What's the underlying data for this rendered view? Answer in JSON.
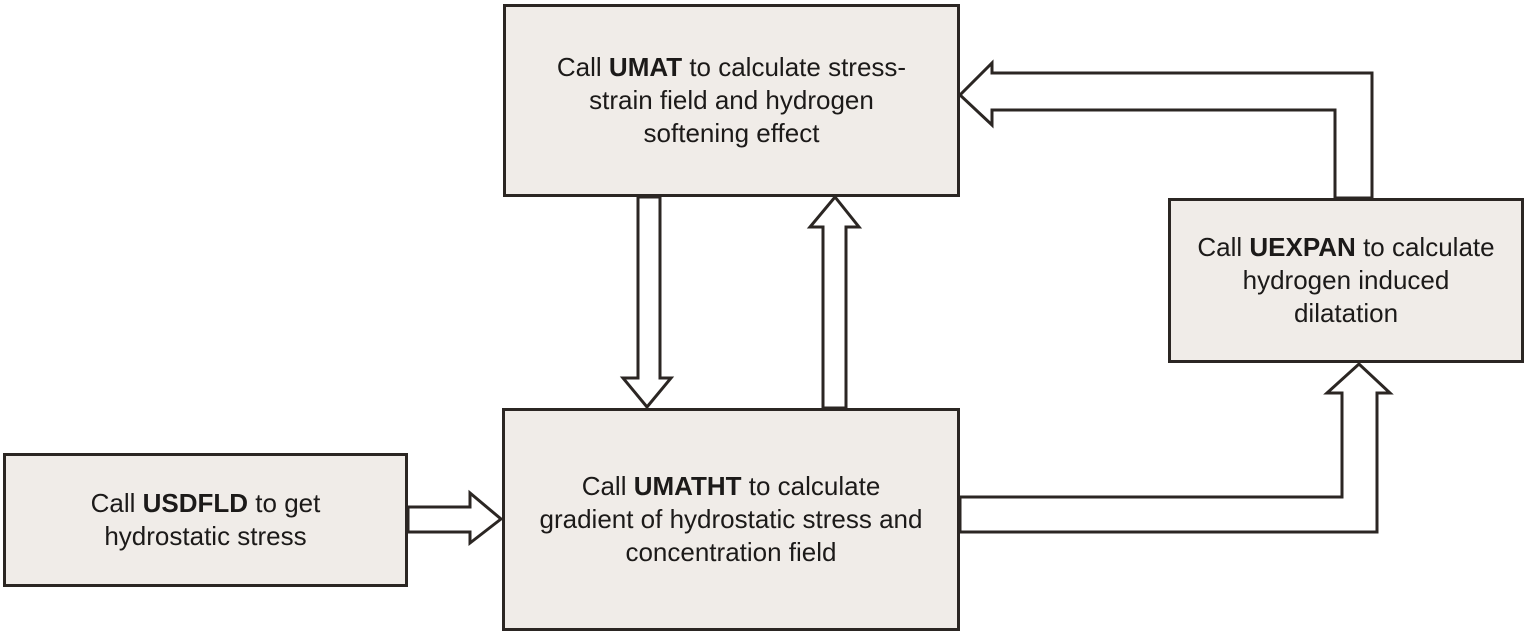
{
  "colors": {
    "node_fill": "#f0ece8",
    "node_border": "#2b2623",
    "arrow_fill": "#ffffff",
    "arrow_outline": "#2b2623",
    "text": "#1c1a19",
    "background": "#ffffff"
  },
  "nodes": {
    "umat": {
      "call": "Call ",
      "keyword": "UMAT",
      "line1_rest": " to calculate stress-",
      "line2": "strain field and hydrogen",
      "line3": "softening effect"
    },
    "uexpan": {
      "call": "Call ",
      "keyword": "UEXPAN",
      "line1_rest": " to calculate",
      "line2": "hydrogen induced",
      "line3": "dilatation"
    },
    "umatht": {
      "call": "Call ",
      "keyword": "UMATHT",
      "line1_rest": " to calculate",
      "line2": "gradient of hydrostatic stress and",
      "line3": "concentration field"
    },
    "usdfld": {
      "call": "Call ",
      "keyword": "USDFLD",
      "line1_rest": " to get",
      "line2": "hydrostatic stress"
    }
  },
  "edges": [
    {
      "from": "usdfld",
      "to": "umatht",
      "shape": "straight-right"
    },
    {
      "from": "umat",
      "to": "umatht",
      "shape": "straight-down"
    },
    {
      "from": "umatht",
      "to": "umat",
      "shape": "straight-up"
    },
    {
      "from": "umatht",
      "to": "uexpan",
      "shape": "right-then-up"
    },
    {
      "from": "uexpan",
      "to": "umat",
      "shape": "up-then-left"
    }
  ]
}
